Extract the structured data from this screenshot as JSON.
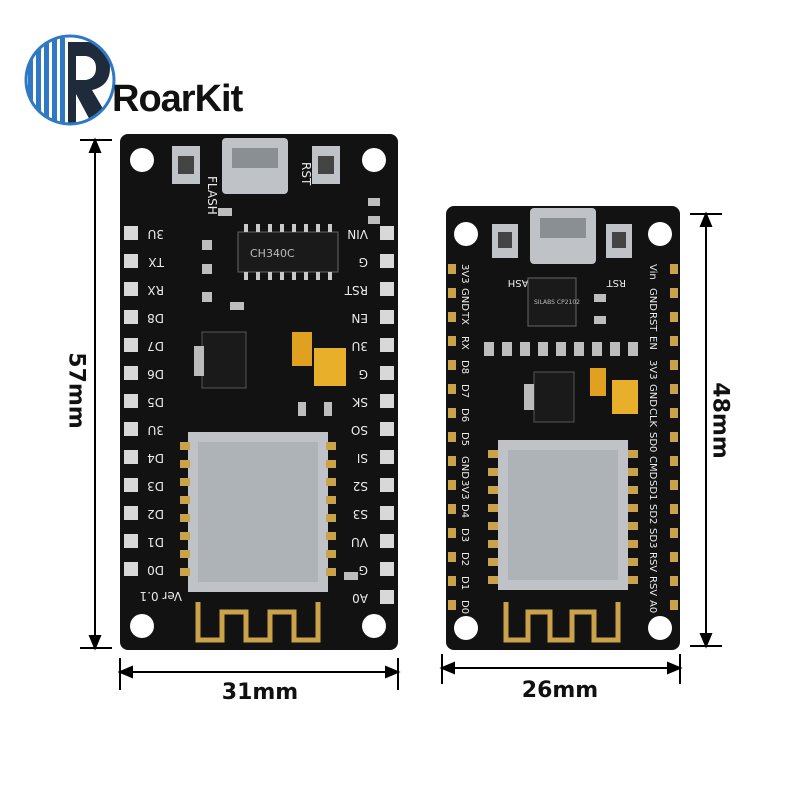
{
  "brand": {
    "name": "RoarKit",
    "logo_colors": {
      "blue": "#2f78c4",
      "dark": "#1f2a3a"
    }
  },
  "dimensions": {
    "left_board_height": "57mm",
    "left_board_width": "31mm",
    "right_board_height": "48mm",
    "right_board_width": "26mm"
  },
  "left_board": {
    "chip_label": "CH340C",
    "version": "Ver 0.1",
    "button_left": "FLASH",
    "button_right": "RST",
    "pins_left": [
      "3U",
      "TX",
      "RX",
      "D8",
      "D7",
      "D6",
      "D5",
      "3U",
      "D4",
      "D3",
      "D2",
      "D1",
      "D0"
    ],
    "pins_right": [
      "VIN",
      "G",
      "RST",
      "EN",
      "3U",
      "G",
      "SK",
      "SO",
      "SI",
      "S2",
      "S3",
      "VU",
      "G",
      "A0"
    ]
  },
  "right_board": {
    "chip_label": "SILABS CP2102",
    "button_left": "FLASH",
    "button_right": "RST",
    "pins_left": [
      "3V3",
      "GND",
      "TX",
      "RX",
      "D8",
      "D7",
      "D6",
      "D5",
      "GND",
      "3V3",
      "D4",
      "D3",
      "D2",
      "D1",
      "D0"
    ],
    "pins_right": [
      "Vin",
      "GND",
      "RST",
      "EN",
      "3V3",
      "GND",
      "CLK",
      "SD0",
      "CMD",
      "SD1",
      "SD2",
      "SD3",
      "RSV",
      "RSV",
      "A0"
    ]
  },
  "colors": {
    "pcb": "#121212",
    "gold": "#c9a24a",
    "silver": "#bfc3c7",
    "dimension_line": "#000000"
  }
}
